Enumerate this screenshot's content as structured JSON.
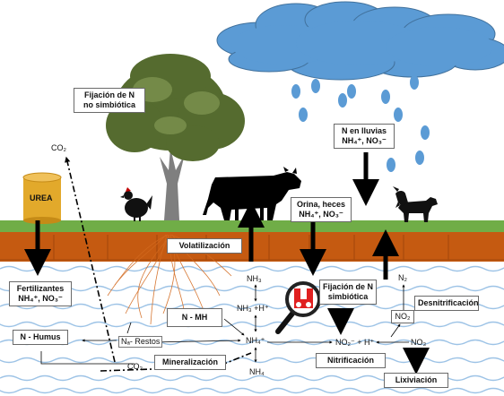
{
  "boxes": {
    "fixation_nonsymbiotic": [
      "Fijación de N",
      "no simbiótica"
    ],
    "rain_n": [
      "N en lluvias",
      "NH₄⁺, NO₃⁻"
    ],
    "urine_feces": [
      "Orina, heces",
      "NH₄⁺, NO₃⁻"
    ],
    "fertilizers": [
      "Fertilizantes",
      "NH₄⁺, NO₃⁻"
    ],
    "symbiotic_fixation": [
      "Fijación de N",
      "simbiótica"
    ],
    "volatilization": "Volatilización",
    "denitrification": "Desnitrificación",
    "n_mh": "N - MH",
    "n_humus": "N - Humus",
    "mineralization": "Mineralización",
    "nitrification": "Nitrificación",
    "leaching": "Lixiviación",
    "no2_box": "NO₂"
  },
  "labels": {
    "urea": "UREA",
    "co2_top": "CO₂",
    "co2_bottom": "CO₂",
    "nh3": "NH₃",
    "nh3_h": "NH₃ +H⁺",
    "nh4": "NH₄⁺",
    "nh4_bottom": "NH₄",
    "n_residues": "Nₐ- Restos",
    "no2_h": "NO₂⁻ + H⁺",
    "no3": "NO₃",
    "n2": "N₂"
  },
  "colors": {
    "cloud": "#5b9bd5",
    "grass": "#70ad47",
    "soil": "#c55a11",
    "water": "#9dc3e6",
    "urea": "#e2a92b",
    "magnifier_red": "#e02020"
  },
  "icons": [
    "cloud",
    "rain-drop",
    "tree",
    "hen",
    "cow",
    "goat",
    "urea-barrel",
    "roots",
    "magnifier"
  ]
}
